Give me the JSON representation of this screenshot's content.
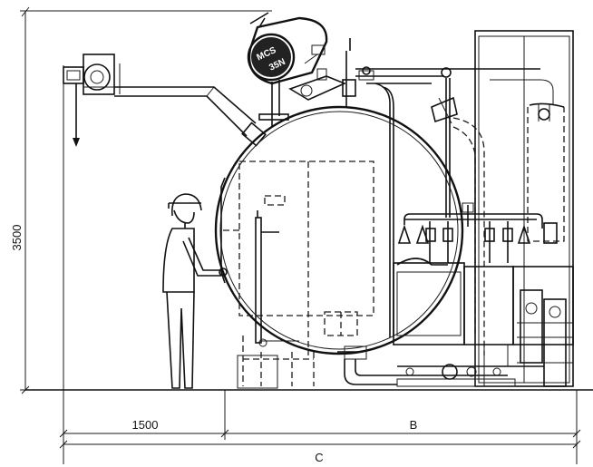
{
  "dimensions": {
    "height": "3500",
    "front_clearance": "1500",
    "boiler_length": "B",
    "overall_length": "C"
  },
  "burner_logo": {
    "line1": "MCS",
    "line2": "35N"
  }
}
